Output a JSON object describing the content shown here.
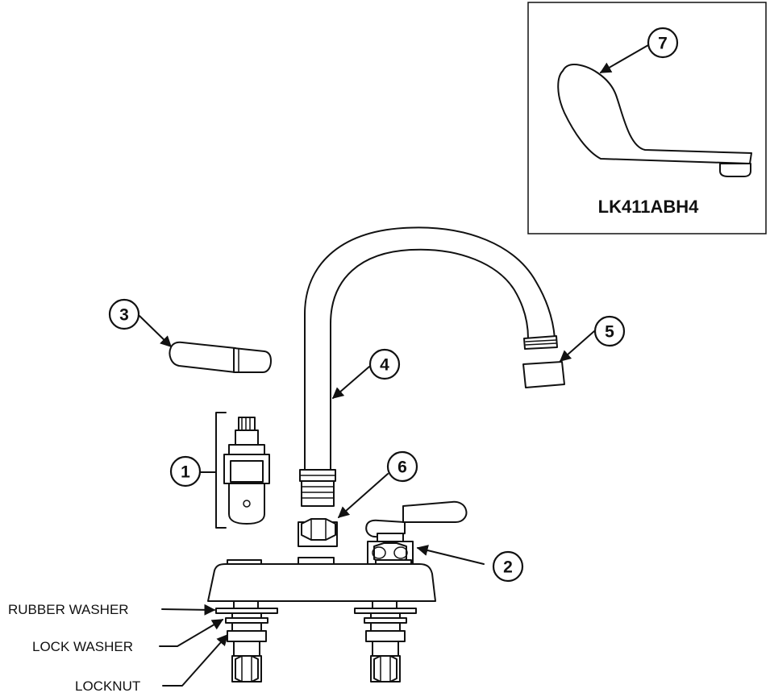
{
  "callouts": {
    "c1": "1",
    "c2": "2",
    "c3": "3",
    "c4": "4",
    "c5": "5",
    "c6": "6",
    "c7": "7"
  },
  "labels": {
    "rubber_washer": "RUBBER WASHER",
    "lock_washer": "LOCK WASHER",
    "locknut": "LOCKNUT"
  },
  "inset": {
    "model": "LK411ABH4"
  }
}
